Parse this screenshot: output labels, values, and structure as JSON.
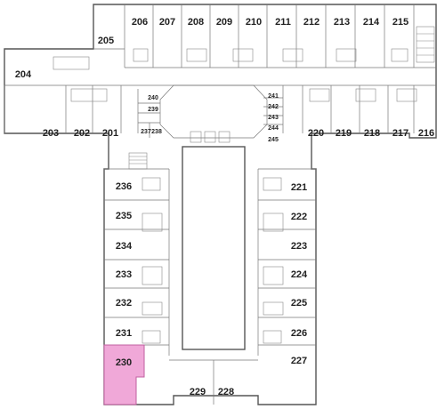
{
  "highlight": {
    "room": "230",
    "color": "#f0a8d8",
    "stroke": "#c060a0"
  },
  "rooms": {
    "r206": "206",
    "r207": "207",
    "r208": "208",
    "r209": "209",
    "r210": "210",
    "r211": "211",
    "r212": "212",
    "r213": "213",
    "r214": "214",
    "r215": "215",
    "r205": "205",
    "r204": "204",
    "r203": "203",
    "r202": "202",
    "r201": "201",
    "r240": "240",
    "r239": "239",
    "r237": "237",
    "r238": "238",
    "r241": "241",
    "r242": "242",
    "r243": "243",
    "r244": "244",
    "r245": "245",
    "r220": "220",
    "r219": "219",
    "r218": "218",
    "r217": "217",
    "r216": "216",
    "r236": "236",
    "r235": "235",
    "r234": "234",
    "r233": "233",
    "r232": "232",
    "r231": "231",
    "r230": "230",
    "r221": "221",
    "r222": "222",
    "r223": "223",
    "r224": "224",
    "r225": "225",
    "r226": "226",
    "r227": "227",
    "r229": "229",
    "r228": "228"
  }
}
